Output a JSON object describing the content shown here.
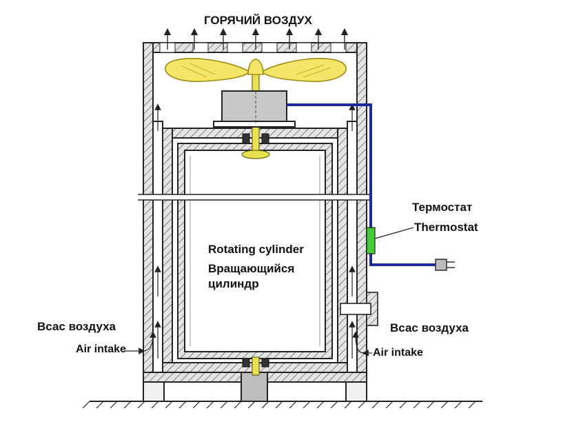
{
  "labels": {
    "hot_air": "ГОРЯЧИЙ ВОЗДУХ",
    "thermostat_ru": "Термостат",
    "thermostat_en": "Thermostat",
    "rotating_en": "Rotating cylinder",
    "rotating_ru_line1": "Вращающийся",
    "rotating_ru_line2": "цилиндр",
    "intake_left_ru": "Всас воздуха",
    "intake_left_en": "Air intake",
    "intake_right_ru": "Всас воздуха",
    "intake_right_en": "Air intake"
  },
  "colors": {
    "fan_blade": "#f5e66a",
    "fan_blade_stroke": "#a08a10",
    "shaft": "#e8e050",
    "motor": "#c8c8c8",
    "wire": "#1a2a9a",
    "thermostat": "#44cc33",
    "wall_fill": "#d9d9d9",
    "outline": "#222222"
  }
}
